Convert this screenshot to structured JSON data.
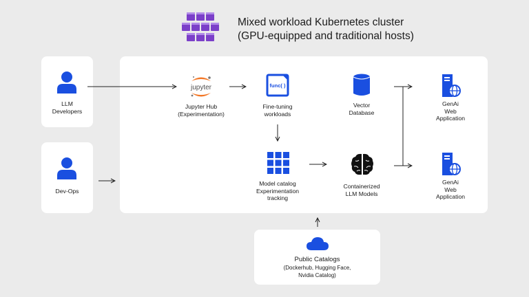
{
  "header": {
    "title_line1": "Mixed workload Kubernetes cluster",
    "title_line2": "(GPU-equipped and traditional hosts)",
    "logo_icon": "kubernetes-cubes-icon"
  },
  "actors": {
    "llm_developers": {
      "line1": "LLM",
      "line2": "Developers",
      "icon": "person-icon"
    },
    "devops": {
      "label": "Dev-Ops",
      "icon": "person-icon"
    }
  },
  "cluster": {
    "jupyter": {
      "logo_text": "jupyter",
      "line1": "Jupyter Hub",
      "line2": "(Experimentation)"
    },
    "finetuning": {
      "icon_text": "func( )",
      "line1": "Fine-tuning",
      "line2": "workloads"
    },
    "vector_db": {
      "line1": "Vector",
      "line2": "Database",
      "icon": "database-icon"
    },
    "genai_top": {
      "line1": "GenAi",
      "line2": "Web",
      "line3": "Application",
      "icon": "server-globe-icon"
    },
    "model_catalog": {
      "line1": "Model catalog",
      "line2": "Experimentation",
      "line3": "tracking",
      "icon": "grid-icon"
    },
    "llm_models": {
      "line1": "Containerized",
      "line2": "LLM Models",
      "icon": "brain-icon"
    },
    "genai_bottom": {
      "line1": "GenAi",
      "line2": "Web",
      "line3": "Application",
      "icon": "server-globe-icon"
    }
  },
  "public_catalogs": {
    "title": "Public Catalogs",
    "line1": "(Dockerhub, Hugging Face,",
    "line2": "Nvidia Catalog)",
    "icon": "cloud-icon"
  },
  "colors": {
    "background": "#ebebeb",
    "card": "#ffffff",
    "accent_blue": "#1a4fe0",
    "logo_purple": "#7b3fc9",
    "jupyter_orange": "#f37726"
  }
}
